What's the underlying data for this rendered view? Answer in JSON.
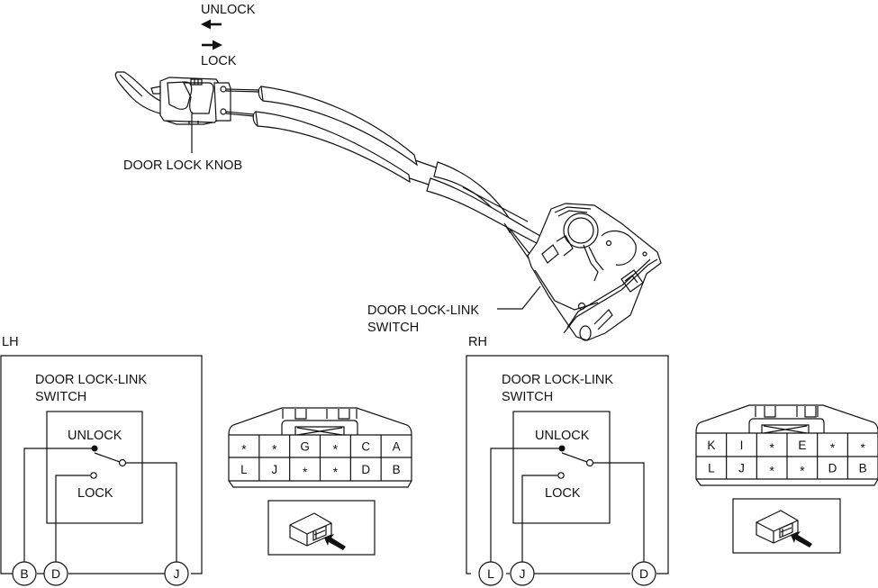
{
  "illustration": {
    "direction_labels": {
      "unlock": "UNLOCK",
      "lock": "LOCK"
    },
    "direction_arrows": {
      "unlock": "arrow-left",
      "lock": "arrow-right"
    },
    "callouts": {
      "door_lock_knob": "DOOR LOCK KNOB",
      "door_lock_link_switch_line1": "DOOR LOCK-LINK",
      "door_lock_link_switch_line2": "SWITCH"
    }
  },
  "schematics": [
    {
      "side": "LH",
      "title_line1": "DOOR LOCK-LINK",
      "title_line2": "SWITCH",
      "switch_positions": {
        "upper": "UNLOCK",
        "lower": "LOCK"
      },
      "terminals": [
        "B",
        "D",
        "J"
      ],
      "wiring": {
        "unlock_contact": "B",
        "lock_contact": "D",
        "common": "J"
      },
      "connector_face": {
        "rows": [
          [
            "*",
            "*",
            "G",
            "*",
            "C",
            "A"
          ],
          [
            "L",
            "J",
            "*",
            "*",
            "D",
            "B"
          ]
        ]
      },
      "connector_view_icon": "connector-front-view-arrow"
    },
    {
      "side": "RH",
      "title_line1": "DOOR LOCK-LINK",
      "title_line2": "SWITCH",
      "switch_positions": {
        "upper": "UNLOCK",
        "lower": "LOCK"
      },
      "terminals": [
        "L",
        "J",
        "D"
      ],
      "wiring": {
        "unlock_contact": "L",
        "lock_contact": "J",
        "common": "D"
      },
      "connector_face": {
        "rows": [
          [
            "K",
            "I",
            "*",
            "E",
            "*",
            "*"
          ],
          [
            "L",
            "J",
            "*",
            "*",
            "D",
            "B"
          ]
        ]
      },
      "connector_view_icon": "connector-front-view-arrow"
    }
  ]
}
